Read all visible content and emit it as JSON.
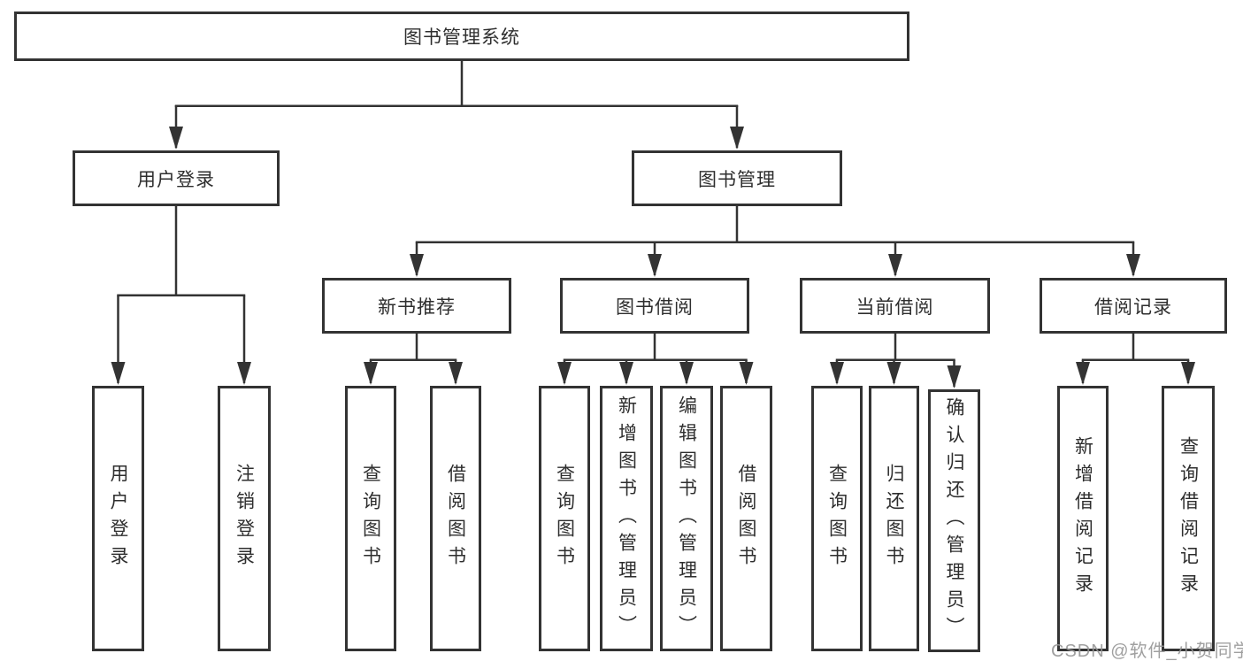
{
  "tree": {
    "root": "图书管理系统",
    "branches": [
      {
        "label": "用户登录",
        "children": [
          "用户登录",
          "注销登录"
        ]
      },
      {
        "label": "图书管理",
        "groups": [
          {
            "label": "新书推荐",
            "children": [
              "查询图书",
              "借阅图书"
            ]
          },
          {
            "label": "图书借阅",
            "children": [
              "查询图书",
              "新增图书（管理员）",
              "编辑图书（管理员）",
              "借阅图书"
            ]
          },
          {
            "label": "当前借阅",
            "children": [
              "查询图书",
              "归还图书",
              "确认归还（管理员）"
            ]
          },
          {
            "label": "借阅记录",
            "children": [
              "新增借阅记录",
              "查询借阅记录"
            ]
          }
        ]
      }
    ]
  },
  "colors": {
    "line": "#333333",
    "text": "#2e2e2e",
    "watermark": "#969696"
  },
  "watermark": {
    "text": "CSDN @软件_小贺同学"
  }
}
